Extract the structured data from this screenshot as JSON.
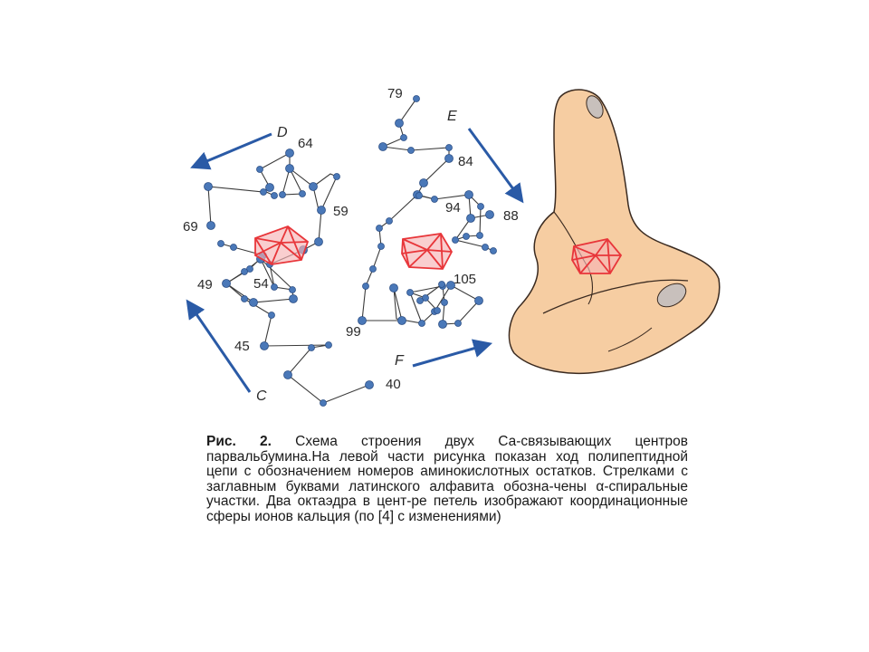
{
  "figure": {
    "residue_labels": {
      "r79": "79",
      "r64": "64",
      "r84": "84",
      "r59": "59",
      "r94": "94",
      "r88": "88",
      "r69": "69",
      "r49": "49",
      "r54": "54",
      "r105": "105",
      "r99": "99",
      "r45": "45",
      "r40": "40"
    },
    "helix_labels": {
      "D": "D",
      "E": "E",
      "C": "C",
      "F": "F"
    },
    "colors": {
      "backbone_node": "#4a78b8",
      "node_outline": "#2c4f86",
      "octahedron": "#e8363a",
      "octahedron_fill": "#f3a3a5",
      "helix_arrow": "#2a5aa6",
      "hand_skin": "#f6cda2",
      "hand_outline": "#3a2a20",
      "nail": "#c8c0bc"
    }
  },
  "caption": {
    "figure_number": "Рис. 2.",
    "text": "Схема строения двух Са-связывающих центров парвальбумина.На левой части рисунка показан ход полипептидной цепи с обозначением номеров аминокислотных остатков. Стрелками с заглавным буквами латинского алфавита обозна-чены α-спиральные участки. Два октаэдра в цент-ре петель изображают координационные сферы ионов кальция (по [4] с изменениями)"
  }
}
